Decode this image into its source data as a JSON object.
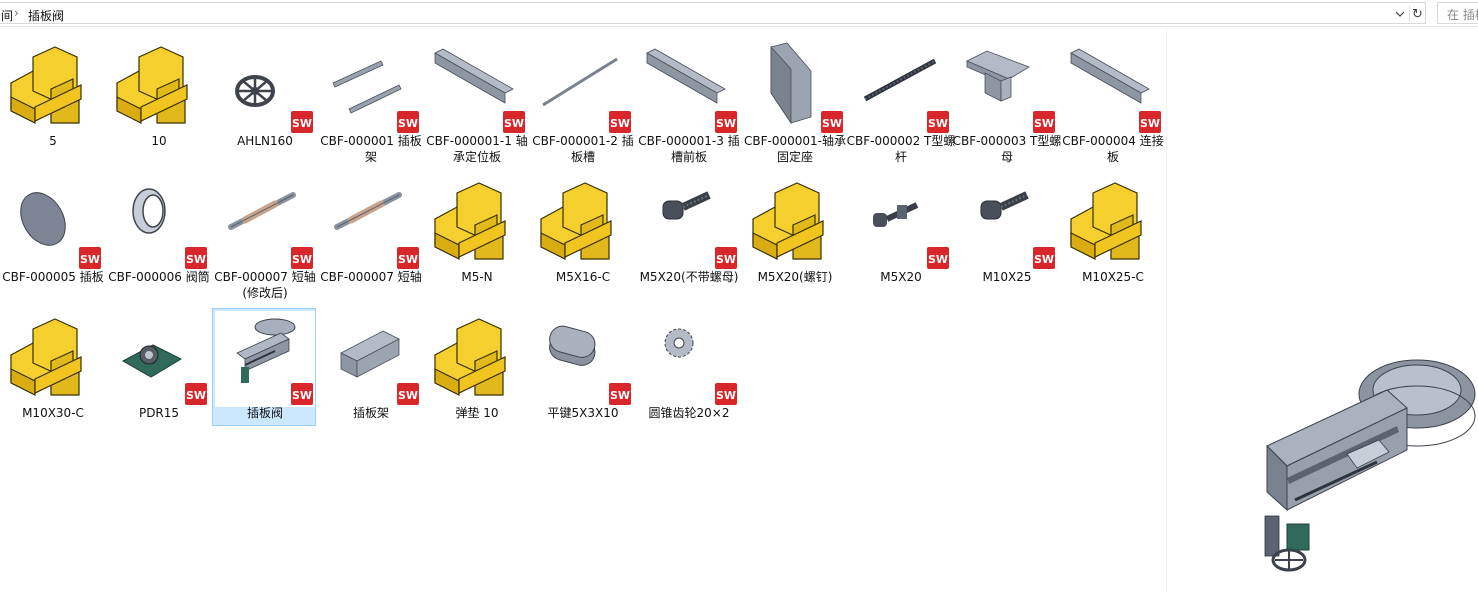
{
  "address_bar": {
    "prefix": "间",
    "separator": "›",
    "current_folder": "插板阀",
    "search_placeholder": "在 插板阀"
  },
  "items": [
    {
      "label": "5",
      "type": "folder-part"
    },
    {
      "label": "10",
      "type": "folder-part"
    },
    {
      "label": "AHLN160",
      "type": "handwheel"
    },
    {
      "label": "CBF-000001 插板架",
      "type": "frame-rails"
    },
    {
      "label": "CBF-000001-1 轴承定位板",
      "type": "long-plate"
    },
    {
      "label": "CBF-000001-2 插板槽",
      "type": "thin-rod"
    },
    {
      "label": "CBF-000001-3 插槽前板",
      "type": "long-plate"
    },
    {
      "label": "CBF-000001-轴承固定座",
      "type": "square-plate"
    },
    {
      "label": "CBF-000002 T型螺杆",
      "type": "screw-rod"
    },
    {
      "label": "CBF-000003 T型螺母",
      "type": "t-nut"
    },
    {
      "label": "CBF-000004 连接板",
      "type": "long-plate"
    },
    {
      "label": "CBF-000005 插板",
      "type": "oval-plate"
    },
    {
      "label": "CBF-000006 阀筒",
      "type": "ring"
    },
    {
      "label": "CBF-000007 短轴(修改后)",
      "type": "shaft"
    },
    {
      "label": "CBF-000007 短轴",
      "type": "shaft"
    },
    {
      "label": "M5-N",
      "type": "folder-part"
    },
    {
      "label": "M5X16-C",
      "type": "folder-part"
    },
    {
      "label": "M5X20(不带螺母)",
      "type": "bolt"
    },
    {
      "label": "M5X20(螺钉)",
      "type": "folder-part"
    },
    {
      "label": "M5X20",
      "type": "bolt-nut"
    },
    {
      "label": "M10X25",
      "type": "bolt"
    },
    {
      "label": "M10X25-C",
      "type": "folder-part"
    },
    {
      "label": "M10X30-C",
      "type": "folder-part"
    },
    {
      "label": "PDR15",
      "type": "bearing-block"
    },
    {
      "label": "插板阀",
      "type": "assembly",
      "selected": true
    },
    {
      "label": "插板架",
      "type": "frame"
    },
    {
      "label": "弹垫 10",
      "type": "folder-part"
    },
    {
      "label": "平键5X3X10",
      "type": "key"
    },
    {
      "label": "圆锥齿轮20×2",
      "type": "bevel-gear"
    }
  ],
  "badge": {
    "text": "SW",
    "color": "#d8262b"
  },
  "colors": {
    "folder_part": "#f4cf2e",
    "selection": "#cce8ff"
  }
}
